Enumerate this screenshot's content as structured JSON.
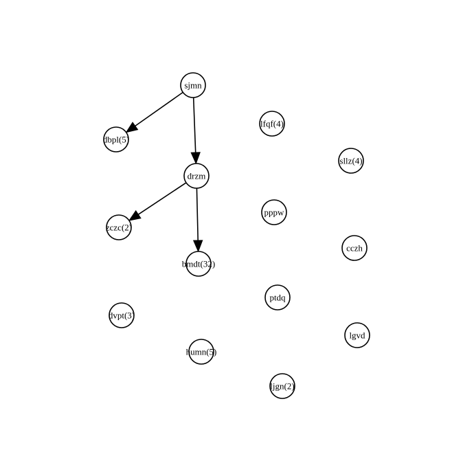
{
  "diagram": {
    "nodes": [
      {
        "id": "sjmn",
        "label": "sjmn"
      },
      {
        "id": "lfqf",
        "label": "lfqf(4)"
      },
      {
        "id": "dbpl",
        "label": "dbpl(5)"
      },
      {
        "id": "sllz",
        "label": "sllz(4)"
      },
      {
        "id": "drzm",
        "label": "drzm"
      },
      {
        "id": "pppw",
        "label": "pppw"
      },
      {
        "id": "zczc",
        "label": "zczc(2)"
      },
      {
        "id": "cczh",
        "label": "cczh"
      },
      {
        "id": "bmdt",
        "label": "bmdt(32)"
      },
      {
        "id": "ptdq",
        "label": "ptdq"
      },
      {
        "id": "dvpt",
        "label": "dvpt(3)"
      },
      {
        "id": "lgvd",
        "label": "lgvd"
      },
      {
        "id": "humn",
        "label": "humn(5)"
      },
      {
        "id": "ljgn",
        "label": "ljgn(2)"
      }
    ],
    "edges": [
      {
        "from": "sjmn",
        "to": "dbpl"
      },
      {
        "from": "sjmn",
        "to": "drzm"
      },
      {
        "from": "drzm",
        "to": "zczc"
      },
      {
        "from": "drzm",
        "to": "bmdt"
      }
    ],
    "colors": {
      "stroke": "#000000",
      "fill": "#ffffff",
      "background": "#ffffff"
    }
  }
}
